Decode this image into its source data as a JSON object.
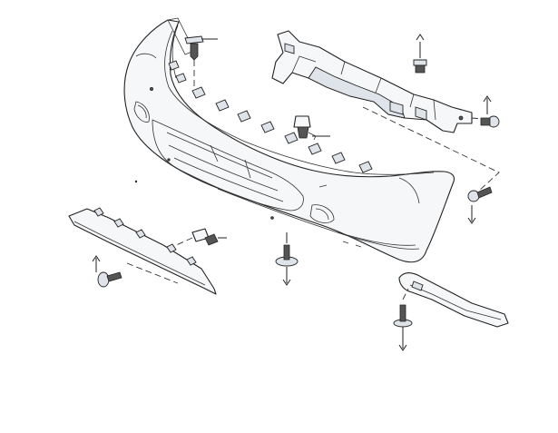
{
  "diagram": {
    "parts": [
      "front-bumper-cover",
      "upper-mounting-bracket",
      "license-plate-trim-strip",
      "corner-trim-moulding",
      "push-clip-top",
      "push-clip-upper-right",
      "bolt-bracket-right",
      "clip-center",
      "bolt-bumper-right",
      "clip-fog-area",
      "stud-lower-center",
      "screw-trim-strip-left",
      "stud-corner-trim"
    ],
    "colors": {
      "line": "#222222",
      "part_fill": "#f6f7f9",
      "shading": "#dfe3ea",
      "background": "#ffffff"
    }
  }
}
